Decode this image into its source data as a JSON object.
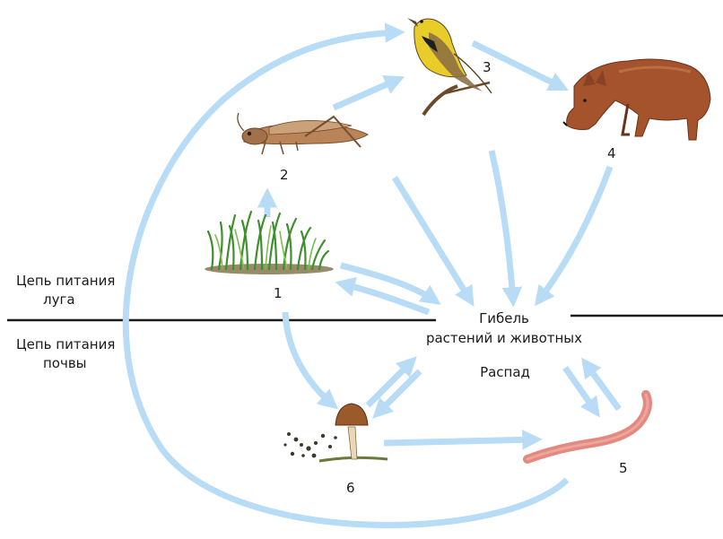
{
  "colors": {
    "arrow": "#b8dcf6",
    "divider": "#1a1a1a",
    "grass": "#3f8f2e",
    "grasshopper": "#a0714a",
    "bird_yellow": "#e8cd2a",
    "coyote": "#a4532d",
    "mushroom": "#9a5a2a",
    "worm": "#e38a80"
  },
  "labels": {
    "meadow_chain_line1": "Цепь питания",
    "meadow_chain_line2": "луга",
    "soil_chain_line1": "Цепь питания",
    "soil_chain_line2": "почвы",
    "death_line1": "Гибель",
    "death_line2": "растений и животных",
    "decay": "Распад"
  },
  "organisms": [
    {
      "number": "1",
      "icon": "grass-icon"
    },
    {
      "number": "2",
      "icon": "grasshopper-icon"
    },
    {
      "number": "3",
      "icon": "bird-icon"
    },
    {
      "number": "4",
      "icon": "coyote-icon"
    },
    {
      "number": "5",
      "icon": "earthworm-icon"
    },
    {
      "number": "6",
      "icon": "mushroom-icon"
    }
  ]
}
